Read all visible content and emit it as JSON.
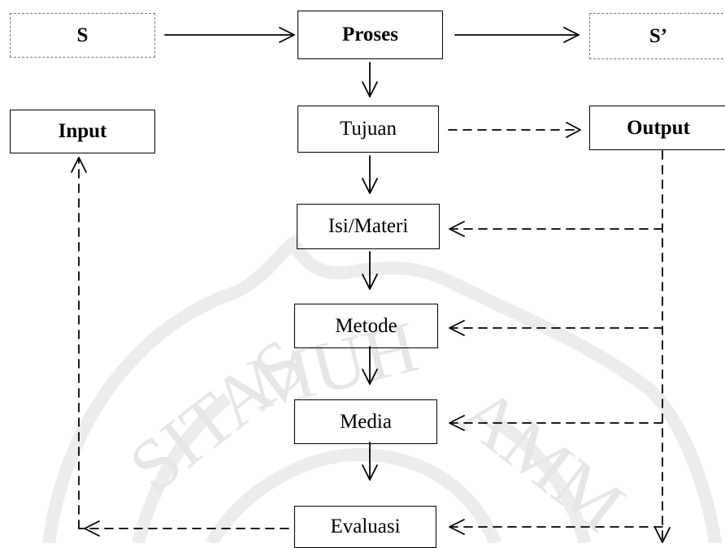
{
  "diagram": {
    "nodes": {
      "s": "S",
      "proses": "Proses",
      "s_prime": "S’",
      "input": "Input",
      "tujuan": "Tujuan",
      "output": "Output",
      "isi_materi": "Isi/Materi",
      "metode": "Metode",
      "media": "Media",
      "evaluasi": "Evaluasi"
    },
    "edges": [
      {
        "from": "s",
        "to": "proses",
        "style": "solid"
      },
      {
        "from": "proses",
        "to": "s_prime",
        "style": "solid"
      },
      {
        "from": "proses",
        "to": "tujuan",
        "style": "solid"
      },
      {
        "from": "tujuan",
        "to": "isi_materi",
        "style": "solid"
      },
      {
        "from": "isi_materi",
        "to": "metode",
        "style": "solid"
      },
      {
        "from": "metode",
        "to": "media",
        "style": "solid"
      },
      {
        "from": "media",
        "to": "evaluasi",
        "style": "solid"
      },
      {
        "from": "tujuan",
        "to": "output",
        "style": "dashed"
      },
      {
        "from": "output",
        "to": "isi_materi",
        "style": "dashed"
      },
      {
        "from": "output",
        "to": "metode",
        "style": "dashed"
      },
      {
        "from": "output",
        "to": "media",
        "style": "dashed"
      },
      {
        "from": "output",
        "to": "evaluasi",
        "style": "dashed"
      },
      {
        "from": "evaluasi",
        "to": "input",
        "style": "dashed"
      }
    ]
  },
  "watermark": {
    "text": "SITAS MUHAMM",
    "color": "#e8e8e8"
  }
}
